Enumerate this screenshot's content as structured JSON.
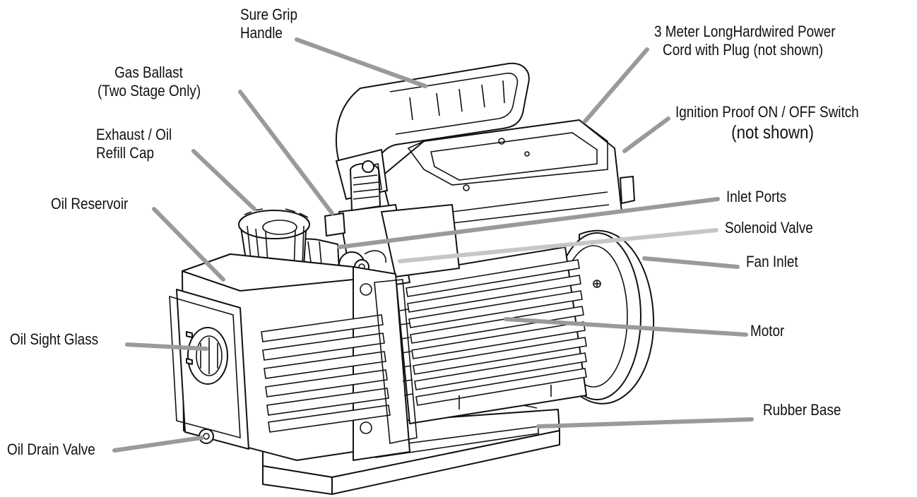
{
  "labels": {
    "sure_grip_handle": [
      "Sure Grip",
      "Handle"
    ],
    "power_cord": [
      "3 Meter LongHardwired Power",
      "Cord with Plug (not shown)"
    ],
    "gas_ballast": [
      "Gas Ballast",
      "(Two Stage Only)"
    ],
    "ignition_switch": [
      "Ignition Proof ON / OFF Switch",
      "(not shown)"
    ],
    "exhaust_cap": [
      "Exhaust / Oil",
      "Refill Cap"
    ],
    "inlet_ports": "Inlet Ports",
    "oil_reservoir": "Oil Reservoir",
    "solenoid_valve": "Solenoid Valve",
    "fan_inlet": "Fan Inlet",
    "motor": "Motor",
    "oil_sight_glass": "Oil Sight Glass",
    "rubber_base": "Rubber Base",
    "oil_drain_valve": "Oil Drain Valve"
  },
  "colors": {
    "leader": "#9a9a9a",
    "leader_light": "#c6c6c6",
    "ink": "#111111",
    "background": "#ffffff"
  }
}
